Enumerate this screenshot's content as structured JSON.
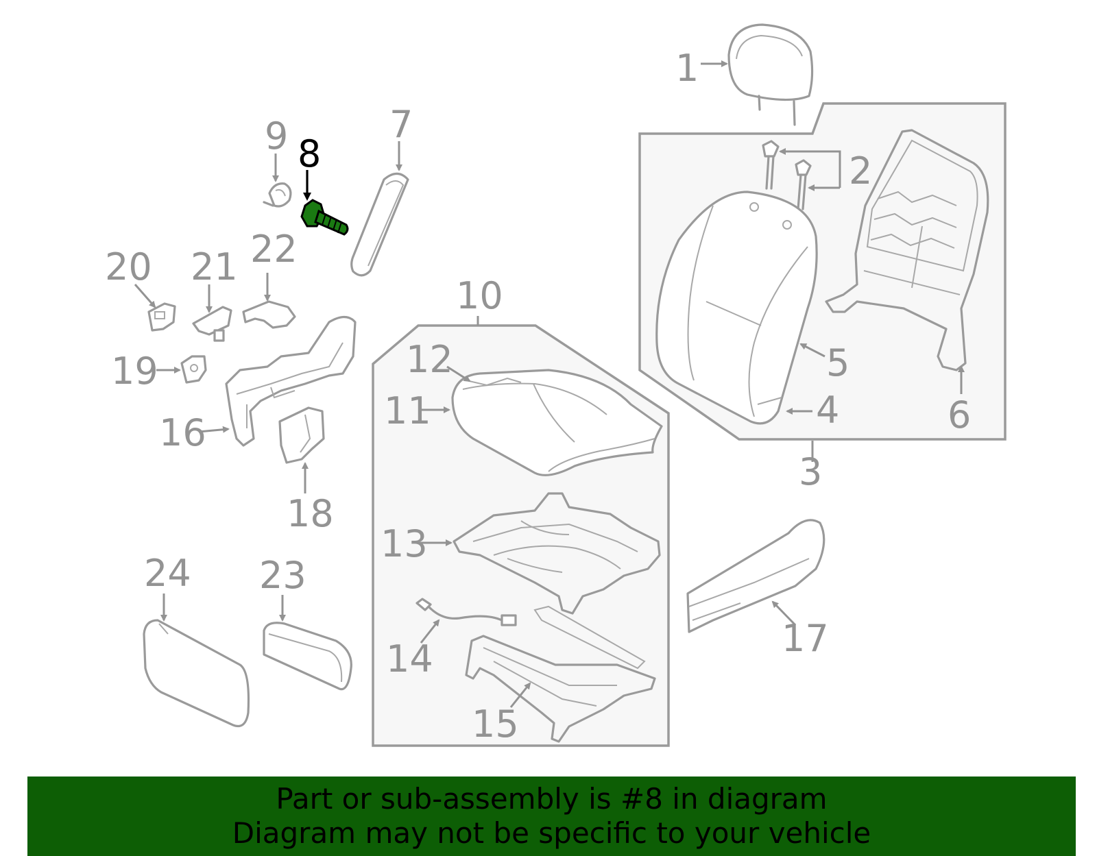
{
  "diagram": {
    "highlight_color": "#1a7a12",
    "highlighted_part": "8",
    "callouts": [
      "1",
      "2",
      "3",
      "4",
      "5",
      "6",
      "7",
      "8",
      "9",
      "10",
      "11",
      "12",
      "13",
      "14",
      "15",
      "16",
      "17",
      "18",
      "19",
      "20",
      "21",
      "22",
      "23",
      "24"
    ]
  },
  "banner": {
    "background": "#0d5e05",
    "line1": "Part or sub-assembly is #8 in diagram",
    "line2": "Diagram may not be specific to your vehicle"
  }
}
